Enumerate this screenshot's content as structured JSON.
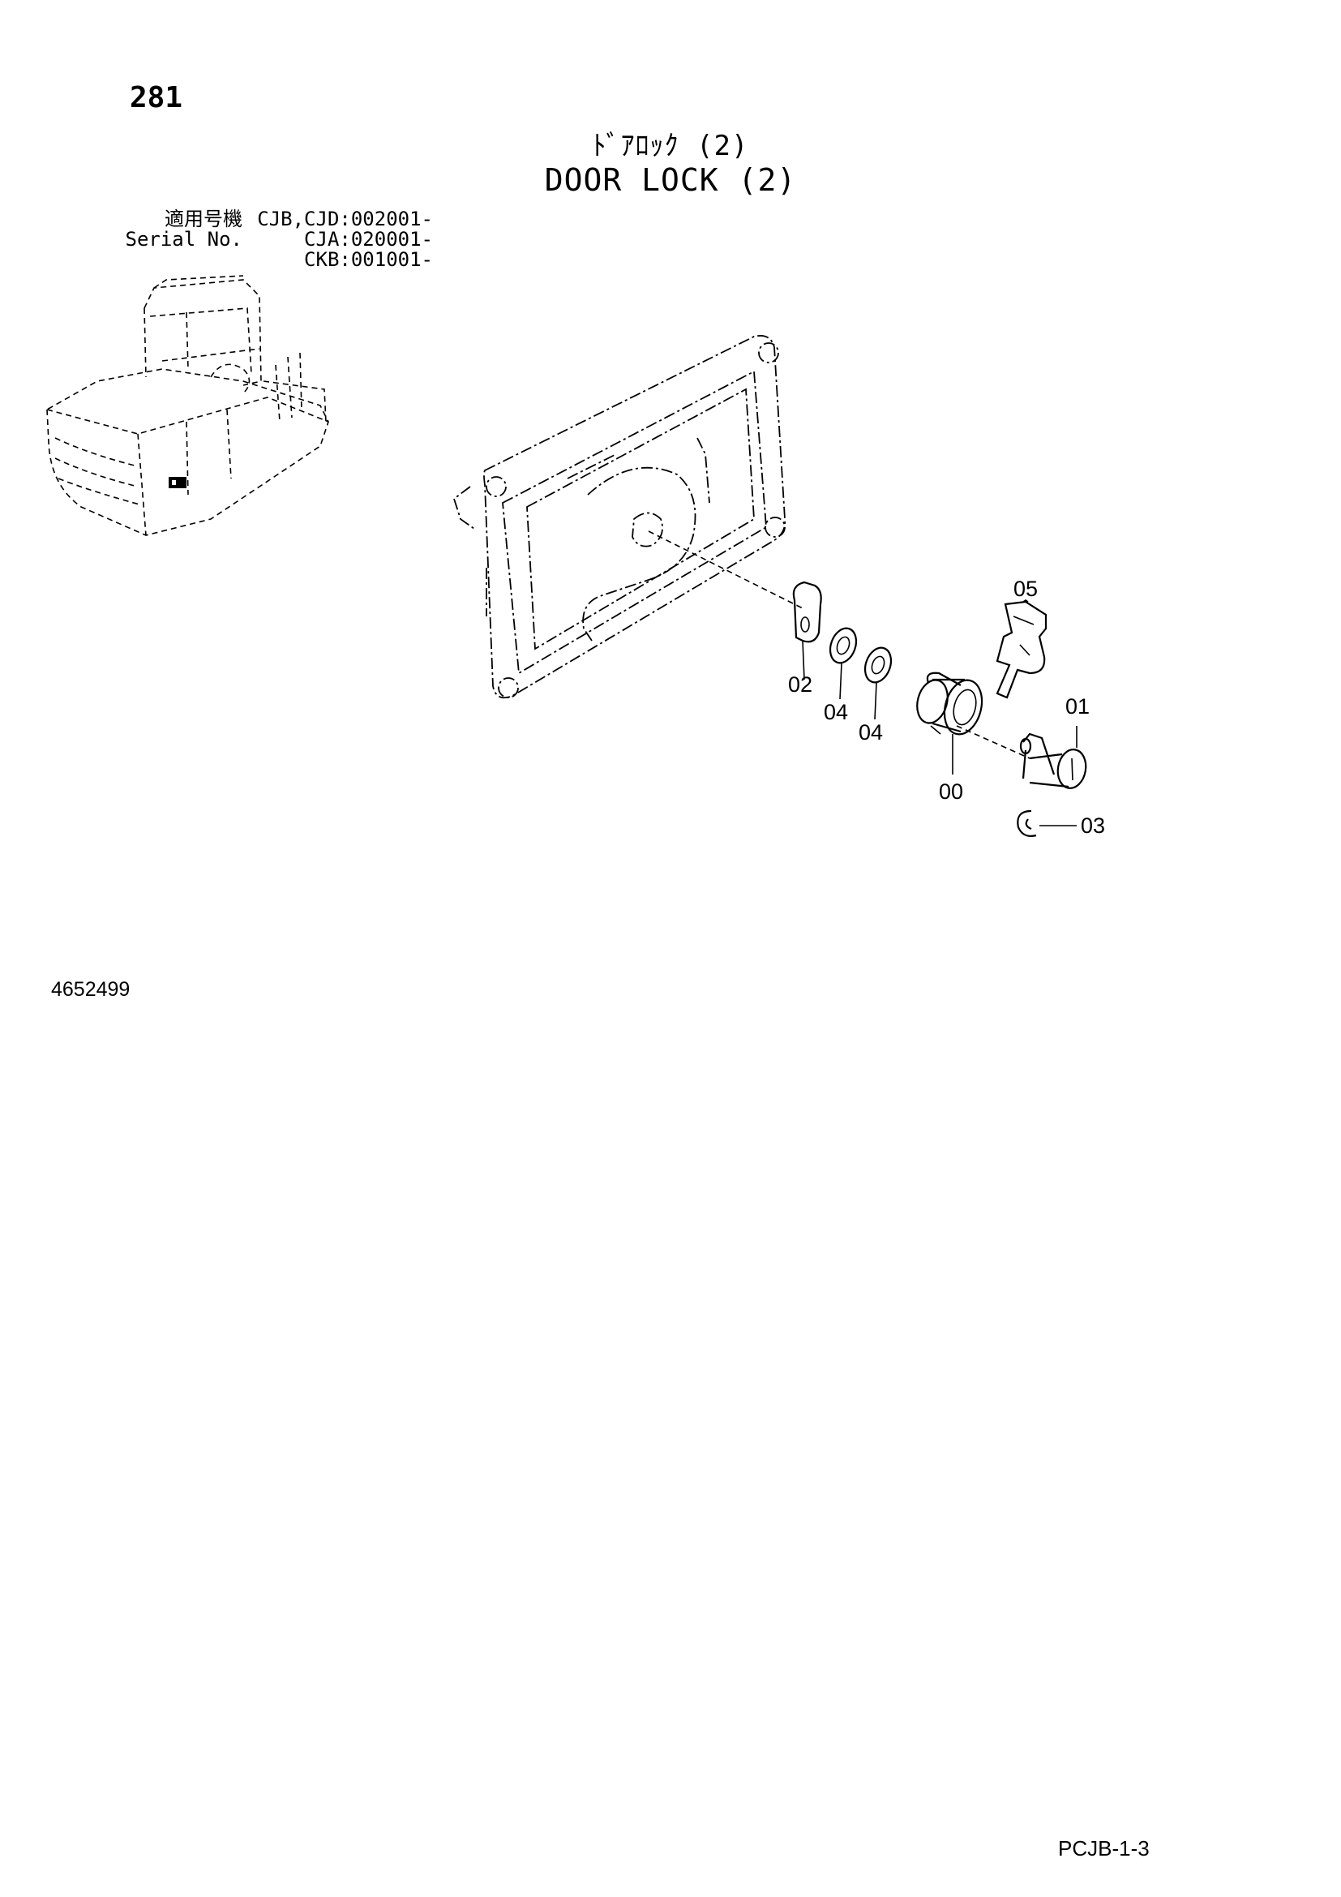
{
  "page_number": "281",
  "title": {
    "jp": "ﾄﾞｱﾛｯｸ (2)",
    "en": "DOOR LOCK (2)"
  },
  "applicability": {
    "label_jp": "適用号機",
    "label_en": "Serial No.",
    "serials": [
      "CJB,CJD:002001-",
      "CJA:020001-",
      "CKB:001001-"
    ]
  },
  "parts": [
    {
      "no": "00"
    },
    {
      "no": "01"
    },
    {
      "no": "02"
    },
    {
      "no": "03"
    },
    {
      "no": "04"
    },
    {
      "no": "04"
    },
    {
      "no": "05"
    }
  ],
  "doc_number": "4652499",
  "sheet_code": "PCJB-1-3"
}
